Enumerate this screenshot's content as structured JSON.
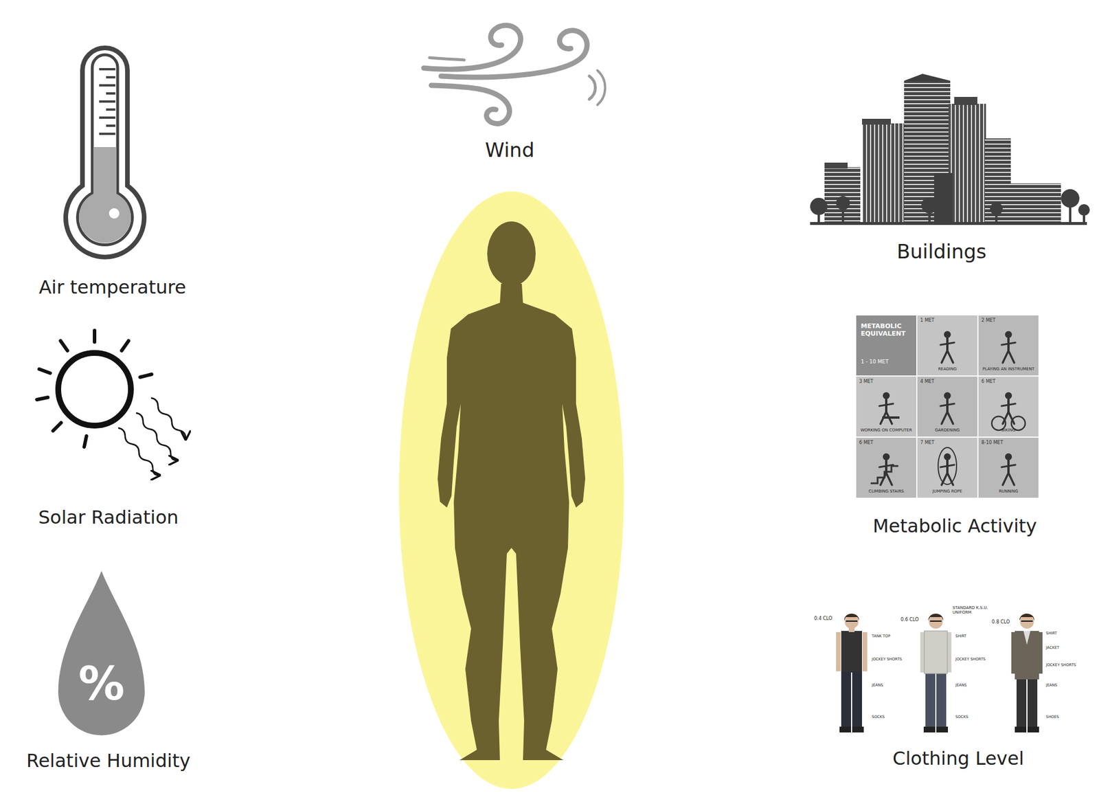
{
  "diagram": {
    "labels": [
      "Wind",
      "Air temperature",
      "Buildings",
      "METABOLIC EQUIVALENT",
      "1 - 10 MET",
      "1 MET",
      "READING",
      "2 MET",
      "PLAYING AN INSTRUMENT",
      "3 MET",
      "WORKING ON COMPUTER",
      "4 MET",
      "GARDENING",
      "6 MET",
      "BIKING",
      "6 MET",
      "CLIMBING STAIRS",
      "7 MET",
      "JUMPING ROPE",
      "8-10 MET",
      "RUNNING",
      "Solar Radiation",
      "Metabolic Activity",
      "0.4 CLO",
      "0.6 CLO",
      "STANDARD K.S.U. UNIFORM",
      "0.8 CLO",
      "TANK TOP",
      "JOCKEY SHORTS",
      "JEANS",
      "SOCKS",
      "SHIRT",
      "JOCKEY SHORTS",
      "JEANS",
      "SOCKS",
      "SHIRT",
      "JACKET",
      "JOCKEY SHORTS",
      "JEANS",
      "SHOES",
      "%",
      "Relative Humidity",
      "Clothing Level"
    ]
  }
}
